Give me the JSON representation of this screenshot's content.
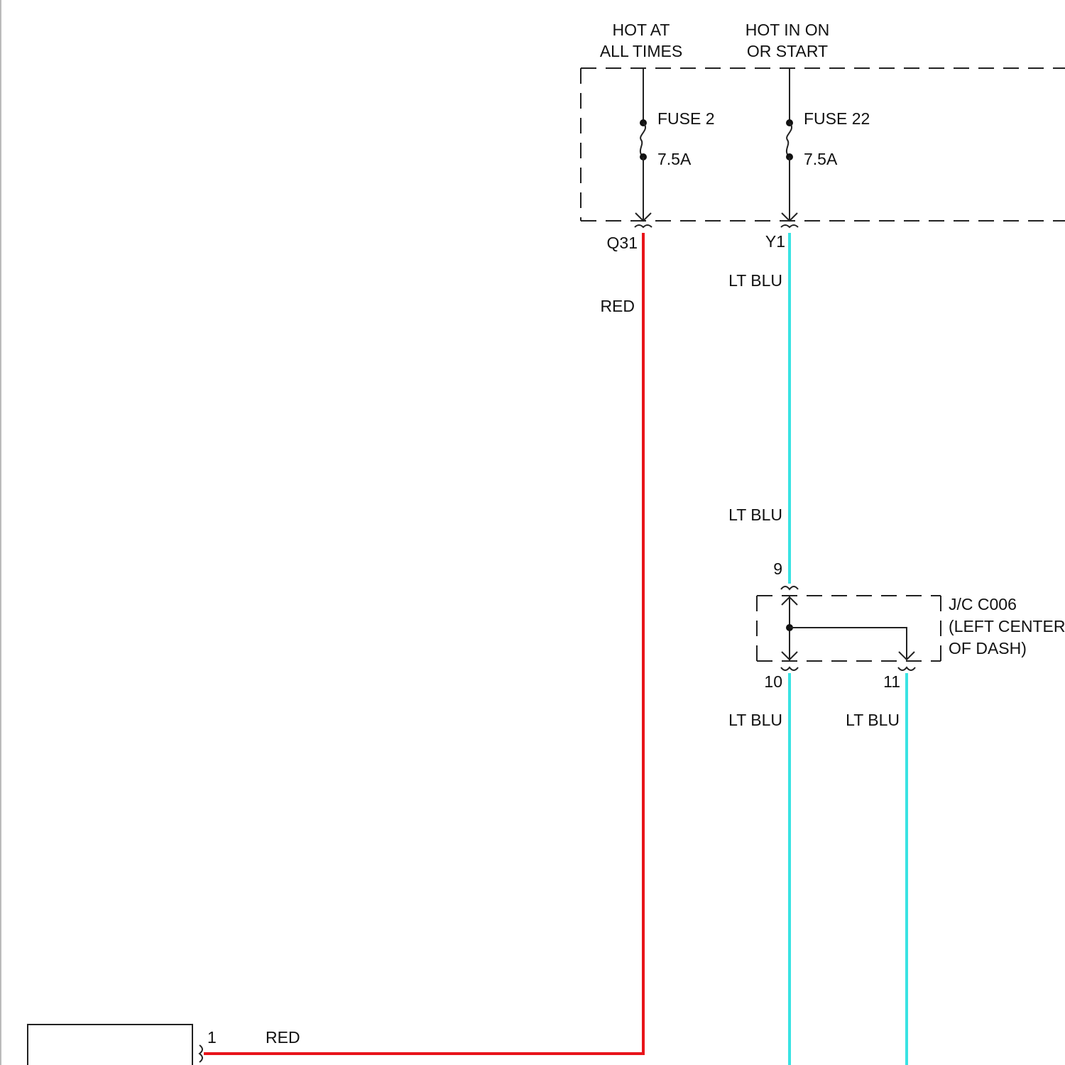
{
  "colors": {
    "red_wire": "#e8141a",
    "lt_blu_wire": "#39e3e3",
    "ink": "#111111"
  },
  "power": {
    "hot_at_all_times": [
      "HOT AT",
      "ALL TIMES"
    ],
    "hot_in_on_or_start": [
      "HOT IN ON",
      "OR START"
    ]
  },
  "fuses": {
    "fuse2": {
      "name": "FUSE 2",
      "rating": "7.5A"
    },
    "fuse22": {
      "name": "FUSE 22",
      "rating": "7.5A"
    }
  },
  "connectors": {
    "q31": "Q31",
    "y1": "Y1",
    "pin9": "9",
    "pin10": "10",
    "pin11": "11",
    "pin1": "1"
  },
  "wires": {
    "red_vertical": "RED",
    "red_horizontal": "RED",
    "ltblu_upper": "LT BLU",
    "ltblu_mid": "LT BLU",
    "ltblu_10": "LT BLU",
    "ltblu_11": "LT BLU"
  },
  "junction": {
    "lines": [
      "J/C C006",
      "(LEFT CENTER",
      "OF DASH)"
    ]
  }
}
